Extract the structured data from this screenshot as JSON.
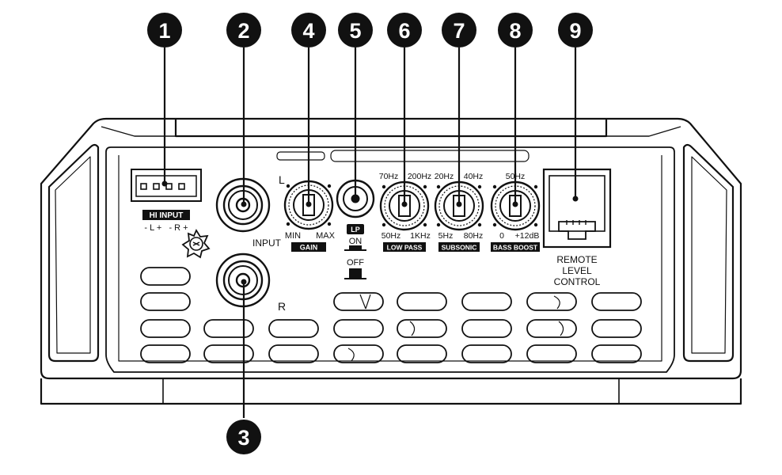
{
  "callouts": [
    {
      "number": "1"
    },
    {
      "number": "2"
    },
    {
      "number": "3"
    },
    {
      "number": "4"
    },
    {
      "number": "5"
    },
    {
      "number": "6"
    },
    {
      "number": "7"
    },
    {
      "number": "8"
    },
    {
      "number": "9"
    }
  ],
  "hi_input": {
    "badge": "HI INPUT",
    "pins": "- L +   - R +"
  },
  "input": {
    "label": "INPUT",
    "left": "L",
    "right": "R"
  },
  "gain": {
    "min": "MIN",
    "max": "MAX",
    "badge": "GAIN"
  },
  "lp_switch": {
    "badge": "LP",
    "on": "ON",
    "off": "OFF"
  },
  "low_pass": {
    "top_left": "70Hz",
    "top_right": "200Hz",
    "bottom_left": "50Hz",
    "bottom_right": "1KHz",
    "badge": "LOW PASS"
  },
  "subsonic": {
    "top_left": "20Hz",
    "top_right": "40Hz",
    "bottom_left": "5Hz",
    "bottom_right": "80Hz",
    "badge": "SUBSONIC"
  },
  "bass_boost": {
    "top": "50Hz",
    "bottom_left": "0",
    "bottom_right": "+12dB",
    "badge": "BASS BOOST"
  },
  "remote": {
    "line1": "REMOTE",
    "line2": "LEVEL",
    "line3": "CONTROL"
  }
}
